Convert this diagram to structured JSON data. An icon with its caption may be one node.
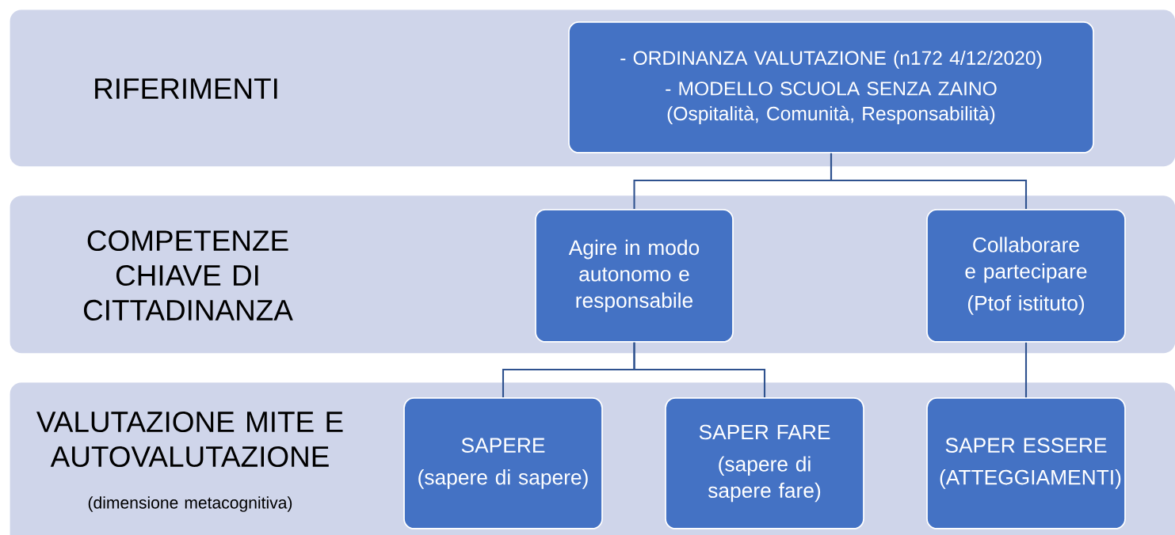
{
  "diagram": {
    "nodes": [
      {
        "text": [
          "RIFERIMENTI"
        ]
      },
      {
        "text": [
          "- ORDINANZA VALUTAZIONE (n172 4/12/2020)",
          "- MODELLO SCUOLA SENZA ZAINO (Ospitalità, Comunità, Responsabilità)"
        ],
        "in": 0
      },
      {
        "text": [
          "COMPETENZE CHIAVE DI CITTADINANZA"
        ]
      },
      {
        "text": [
          "Agire in modo autonomo e responsabile"
        ],
        "in": 2
      },
      {
        "text": [
          "Collaborare e partecipare",
          "(Ptof istituto)"
        ],
        "in": 2
      },
      {
        "text": [
          "VALUTAZIONE MITE E AUTOVALUTAZIONE",
          "(dimensione metacognitiva)"
        ]
      },
      {
        "text": [
          "SAPERE",
          "(sapere di sapere)"
        ],
        "in": 5
      },
      {
        "text": [
          "SAPER FARE",
          "(sapere di sapere fare)"
        ],
        "in": 5
      },
      {
        "text": [
          "SAPER ESSERE",
          "(ATTEGGIAMENTI)"
        ],
        "in": 5
      }
    ],
    "edges": [
      {
        "from": 1,
        "to": 3,
        "arrow": "none"
      },
      {
        "from": 1,
        "to": 4,
        "arrow": "none"
      },
      {
        "from": 3,
        "to": 6,
        "arrow": "none"
      },
      {
        "from": 3,
        "to": 7,
        "arrow": "none"
      },
      {
        "from": 4,
        "to": 8,
        "arrow": "none"
      }
    ]
  }
}
